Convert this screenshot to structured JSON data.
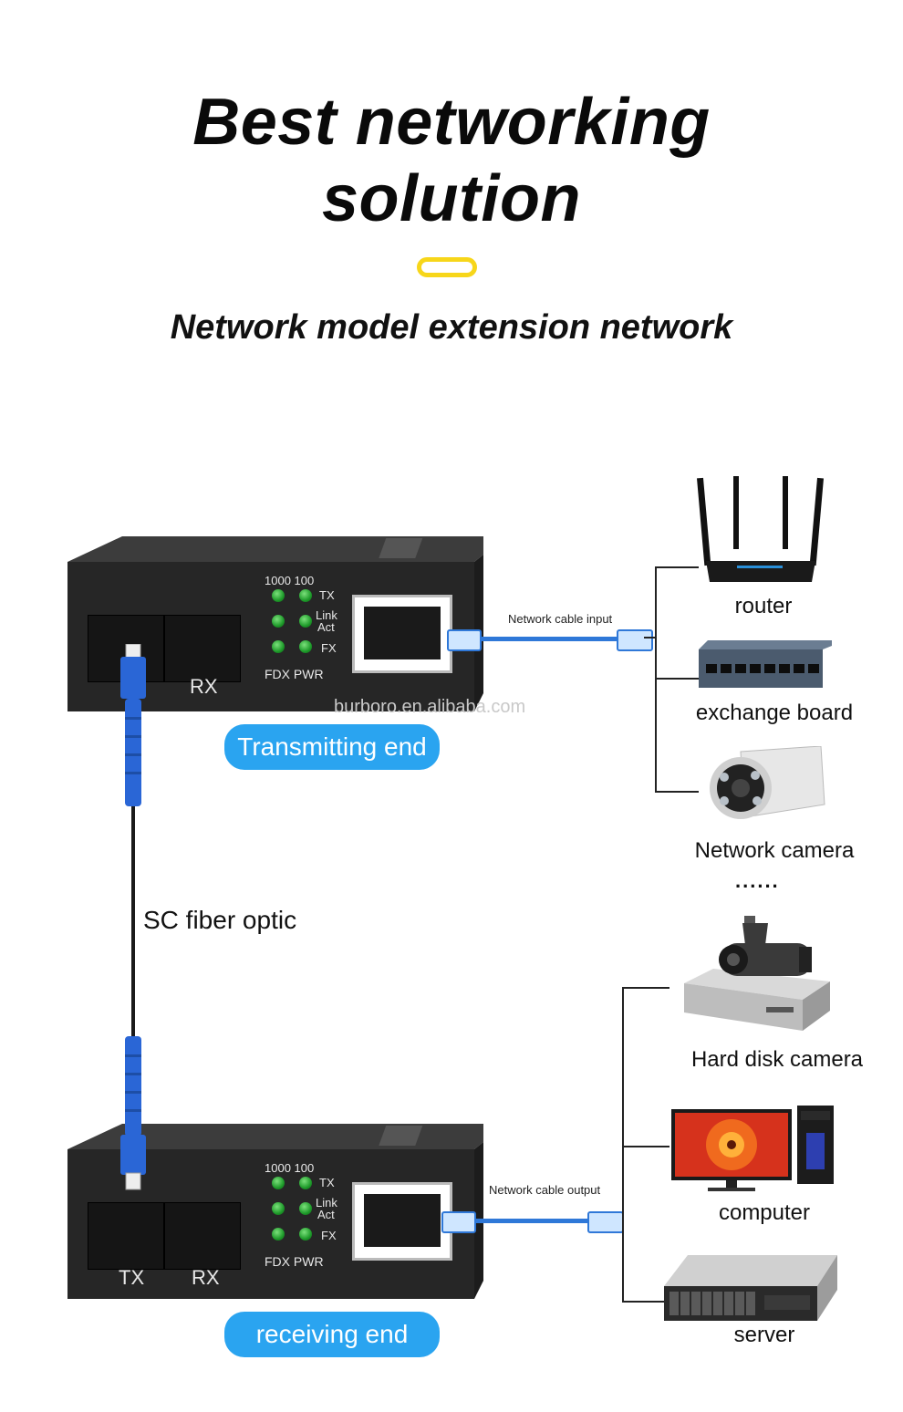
{
  "header": {
    "title_line1": "Best networking",
    "title_line2": "solution",
    "subtitle": "Network model extension network"
  },
  "transmitter": {
    "leds_header": "1000 100",
    "led_tx": "TX",
    "led_link": "Link",
    "led_act": "Act",
    "led_fx": "FX",
    "led_footer": "FDX PWR",
    "port_rx": "RX",
    "end_label": "Transmitting end",
    "cable_label": "Network cable input"
  },
  "receiver": {
    "leds_header": "1000 100",
    "led_tx": "TX",
    "led_link": "Link",
    "led_act": "Act",
    "led_fx": "FX",
    "led_footer": "FDX PWR",
    "port_tx": "TX",
    "port_rx": "RX",
    "end_label": "receiving end",
    "cable_label": "Network cable output"
  },
  "fiber_label": "SC fiber optic",
  "watermark": "burboro.en.alibaba.com",
  "devices_top": [
    {
      "label": "router",
      "icon": "router-icon"
    },
    {
      "label": "exchange board",
      "icon": "switch-icon"
    },
    {
      "label": "Network camera",
      "icon": "camera-icon"
    }
  ],
  "ellipsis": "......",
  "devices_bottom": [
    {
      "label": "Hard disk camera",
      "icon": "dvr-camera-icon"
    },
    {
      "label": "computer",
      "icon": "computer-icon"
    },
    {
      "label": "server",
      "icon": "server-icon"
    }
  ],
  "colors": {
    "accent_yellow": "#f7d61a",
    "pill_blue": "#2aa4f0",
    "cable_blue": "#2f78d8",
    "led_green": "#1e9a2a"
  }
}
